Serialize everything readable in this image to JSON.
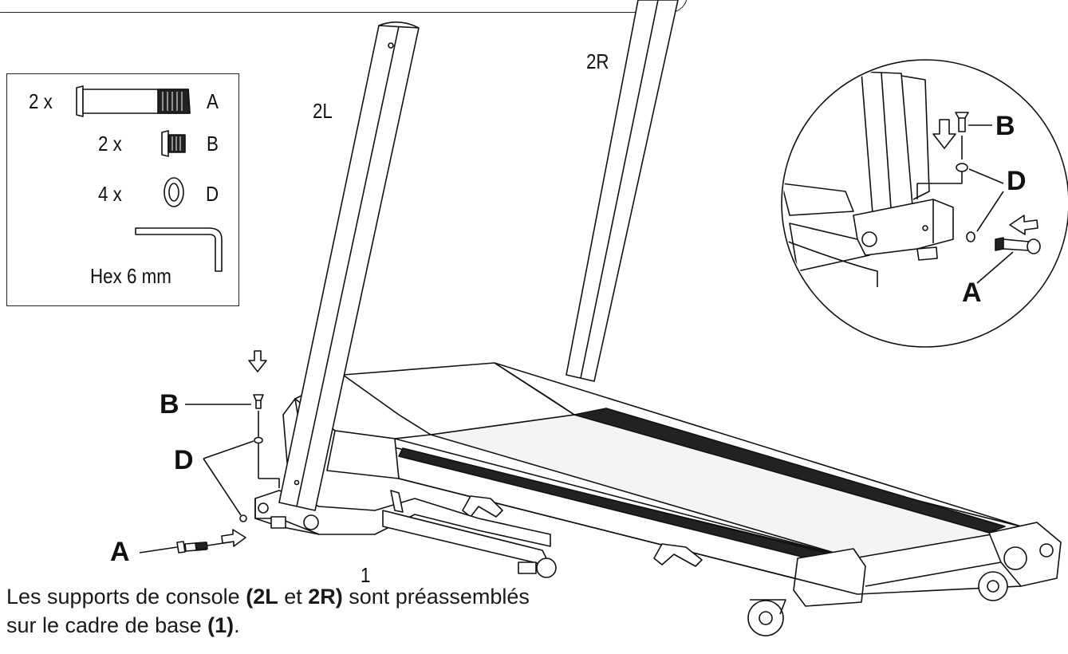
{
  "parts": {
    "a_qty": "2 x",
    "a_label": "A",
    "b_qty": "2 x",
    "b_label": "B",
    "d_qty": "4 x",
    "d_label": "D",
    "tool": "Hex 6 mm"
  },
  "labels": {
    "left_upright": "2L",
    "right_upright": "2R",
    "base_frame": "1",
    "bolt": "A",
    "screw": "B",
    "washer": "D",
    "detail_screw": "B",
    "detail_washer": "D",
    "detail_bolt": "A"
  },
  "caption": {
    "line1_start": "Les supports de console ",
    "ref1_open": "(2L",
    "ref1_mid": " et ",
    "ref1_close": "2R)",
    "line1_end": " sont préassemblés",
    "line2_start": "sur le cadre de base ",
    "ref2": "(1)",
    "line2_end": "."
  }
}
